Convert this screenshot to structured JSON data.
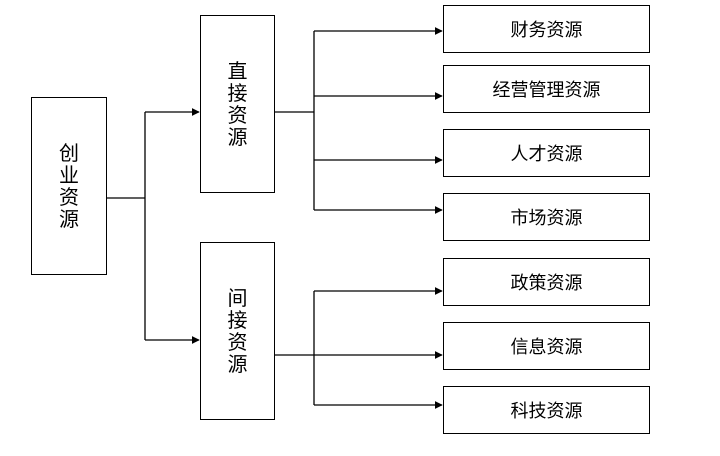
{
  "diagram": {
    "root": "创业资源",
    "groups": [
      {
        "label": "直接资源",
        "children": [
          "财务资源",
          "经营管理资源",
          "人才资源",
          "市场资源"
        ]
      },
      {
        "label": "间接资源",
        "children": [
          "政策资源",
          "信息资源",
          "科技资源"
        ]
      }
    ]
  }
}
